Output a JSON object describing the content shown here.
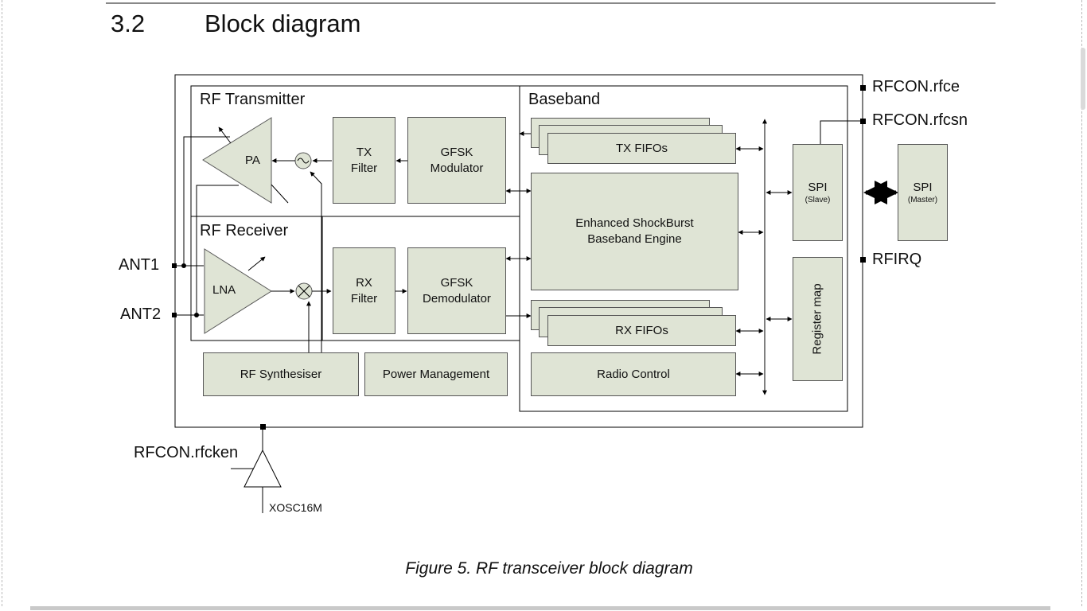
{
  "section": {
    "number": "3.2",
    "title": "Block diagram"
  },
  "diagram": {
    "groups": {
      "rf_transmitter": "RF Transmitter",
      "rf_receiver": "RF Receiver",
      "baseband": "Baseband"
    },
    "blocks": {
      "pa": "PA",
      "lna": "LNA",
      "tx_filter": "TX\nFilter",
      "rx_filter": "RX\nFilter",
      "gfsk_modulator": "GFSK\nModulator",
      "gfsk_demodulator": "GFSK\nDemodulator",
      "tx_fifos": "TX FIFOs",
      "rx_fifos": "RX FIFOs",
      "shockburst": "Enhanced ShockBurst\nBaseband Engine",
      "spi_slave": "SPI",
      "spi_slave_sub": "(Slave)",
      "spi_master": "SPI",
      "spi_master_sub": "(Master)",
      "register_map": "Register map",
      "radio_control": "Radio Control",
      "rf_synthesiser": "RF Synthesiser",
      "power_management": "Power Management"
    },
    "pins": {
      "ant1": "ANT1",
      "ant2": "ANT2",
      "rfce": "RFCON.rfce",
      "rfcsn": "RFCON.rfcsn",
      "rfirq": "RFIRQ",
      "rfcken": "RFCON.rfcken",
      "xosc": "XOSC16M"
    },
    "colors": {
      "block_fill": "#dfe4d5",
      "line": "#000000"
    }
  },
  "caption": "Figure 5. RF transceiver block diagram"
}
